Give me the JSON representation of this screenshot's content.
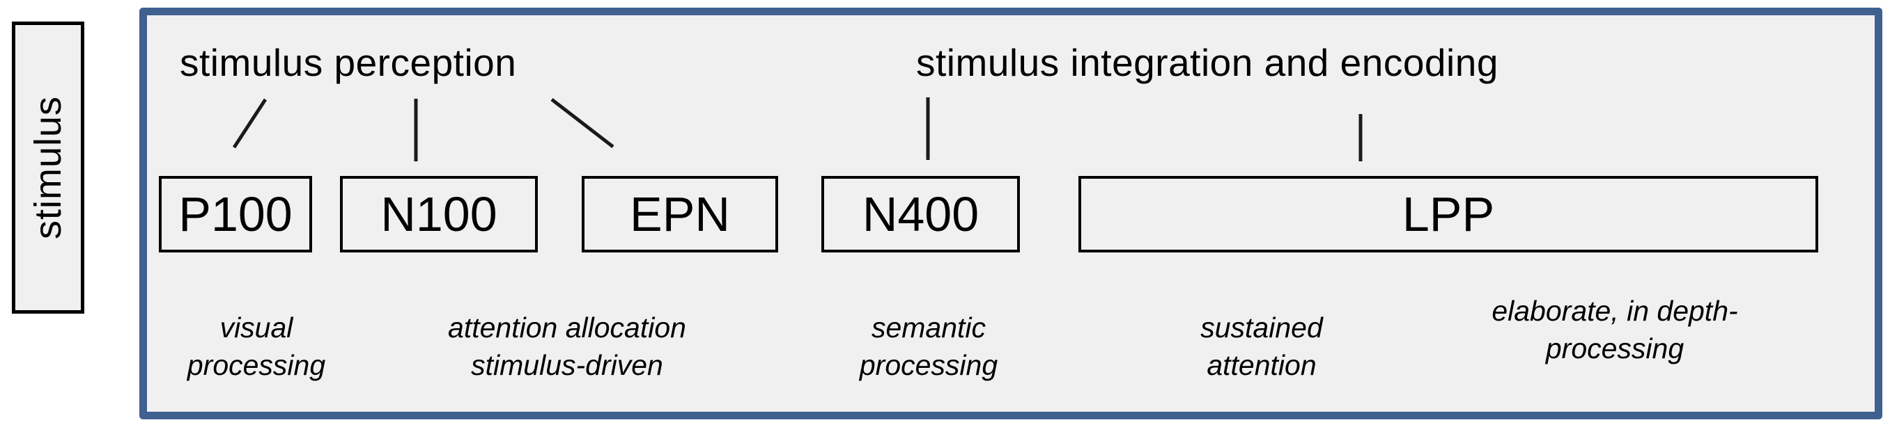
{
  "colors": {
    "panel_border": "#40608f",
    "panel_background": "#f0f0f1",
    "box_border": "#000000",
    "text": "#000000"
  },
  "stimulus": {
    "label": "stimulus"
  },
  "group_labels": [
    {
      "text": "stimulus perception"
    },
    {
      "text": "stimulus integration and encoding"
    }
  ],
  "erp_boxes": [
    {
      "label": "P100"
    },
    {
      "label": "N100"
    },
    {
      "label": "EPN"
    },
    {
      "label": "N400"
    },
    {
      "label": "LPP"
    }
  ],
  "descriptions": [
    {
      "line1": "visual",
      "line2": "processing"
    },
    {
      "line1": "attention allocation",
      "line2": "stimulus-driven"
    },
    {
      "line1": "semantic",
      "line2": "processing"
    },
    {
      "line1": "sustained",
      "line2": "attention"
    },
    {
      "line1": "elaborate, in depth-",
      "line2": "processing"
    }
  ]
}
